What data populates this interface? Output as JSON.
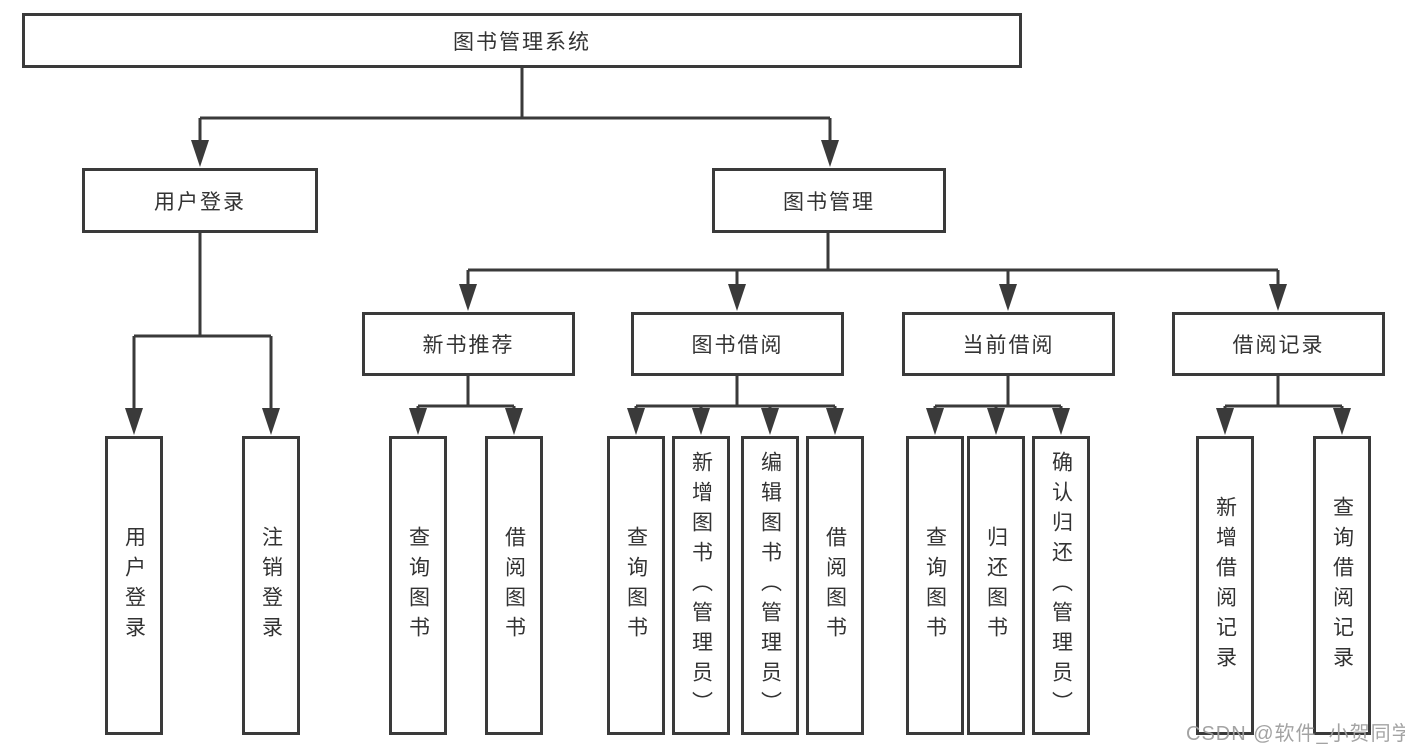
{
  "colors": {
    "line": "#3a3a3a",
    "box_border": "#3a3a3a",
    "text": "#333333",
    "background": "#ffffff",
    "watermark": "#9e9e9e"
  },
  "watermark": {
    "text": "CSDN @软件_小贺同学"
  },
  "tree": {
    "label": "图书管理系统",
    "children": [
      {
        "label": "用户登录",
        "children": [
          {
            "label": "用户登录"
          },
          {
            "label": "注销登录"
          }
        ]
      },
      {
        "label": "图书管理",
        "children": [
          {
            "label": "新书推荐",
            "children": [
              {
                "label": "查询图书"
              },
              {
                "label": "借阅图书"
              }
            ]
          },
          {
            "label": "图书借阅",
            "children": [
              {
                "label": "查询图书"
              },
              {
                "label": "新增图书（管理员）"
              },
              {
                "label": "编辑图书（管理员）"
              },
              {
                "label": "借阅图书"
              }
            ]
          },
          {
            "label": "当前借阅",
            "children": [
              {
                "label": "查询图书"
              },
              {
                "label": "归还图书"
              },
              {
                "label": "确认归还（管理员）"
              }
            ]
          },
          {
            "label": "借阅记录",
            "children": [
              {
                "label": "新增借阅记录"
              },
              {
                "label": "查询借阅记录"
              }
            ]
          }
        ]
      }
    ]
  }
}
